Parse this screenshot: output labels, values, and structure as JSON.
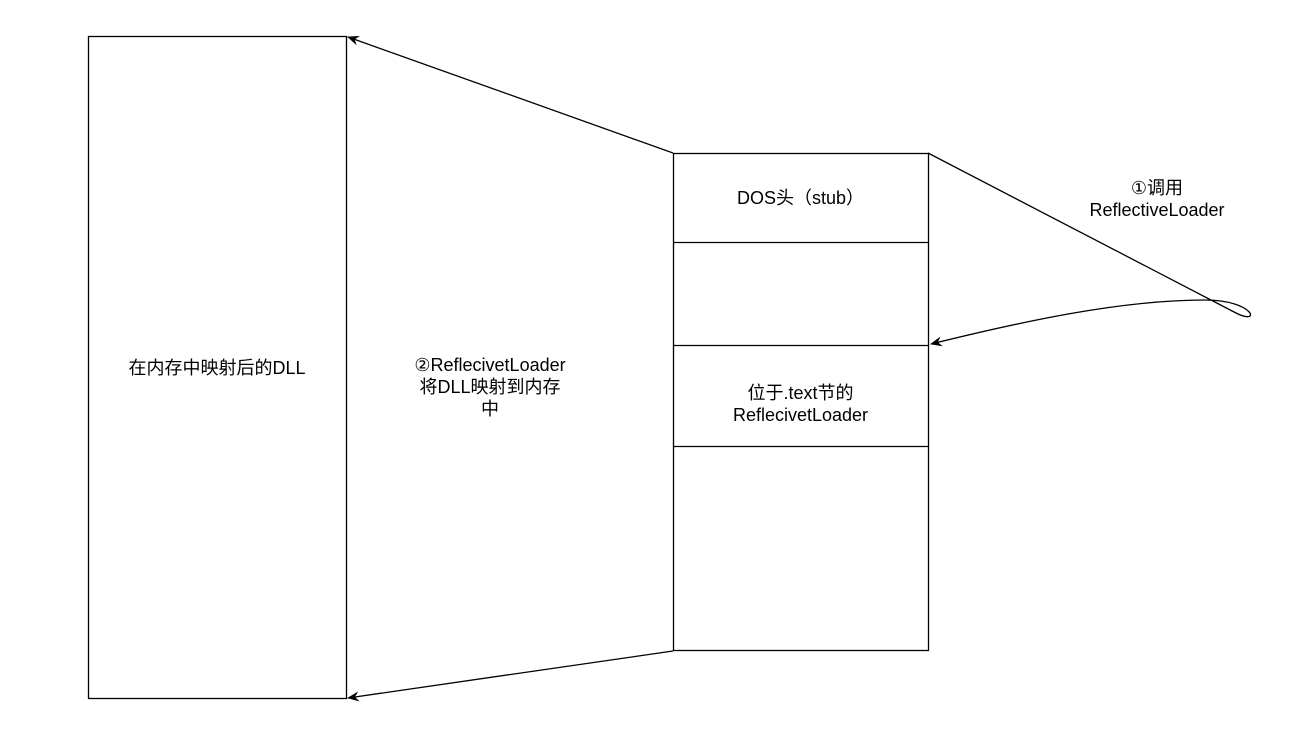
{
  "mapped_dll": {
    "label": "在内存中映射后的DLL"
  },
  "step2": {
    "line1": "②ReflecivetLoader",
    "line2": "将DLL映射到内存",
    "line3": "中"
  },
  "raw_dll": {
    "dos_header": "DOS头（stub）",
    "text_line1": "位于.text节的",
    "text_line2": "ReflecivetLoader"
  },
  "step1": {
    "line1": "①调用",
    "line2": "ReflectiveLoader"
  },
  "colors": {
    "stroke": "#000000",
    "background": "#ffffff"
  }
}
